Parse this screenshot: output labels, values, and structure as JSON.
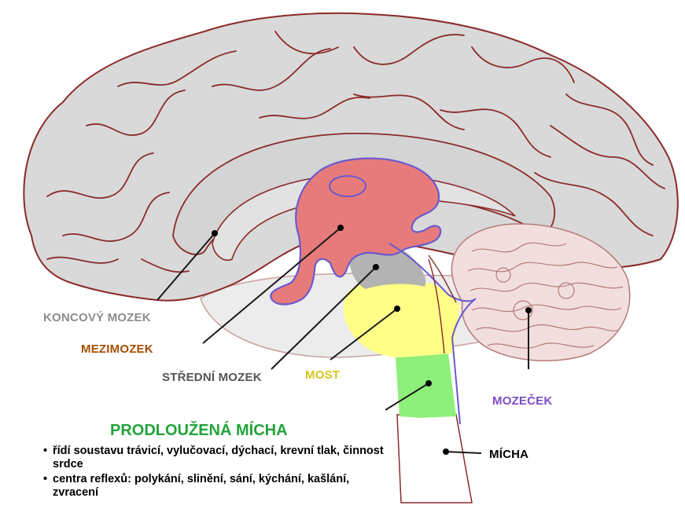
{
  "colors": {
    "cerebrum": "#d9d9d9",
    "cerebrum_outline": "#8b2a2a",
    "cerebellum": "#f2dede",
    "diencephalon": "#e77b7b",
    "midbrain": "#b3b3b3",
    "pons": "#ffff88",
    "medulla": "#8ef07a",
    "ventricle_line": "#6a5acd",
    "koncovy": "#8c8c8c",
    "mezi": "#a64d00",
    "stredni": "#555555",
    "most": "#d4c41a",
    "mozecek": "#7d4cc8",
    "micha": "#000000",
    "prodlouzena": "#22a33a"
  },
  "labels": {
    "koncovy_mozek": "KONCOVÝ MOZEK",
    "mezimozek": "MEZIMOZEK",
    "stredni_mozek": "STŘEDNÍ MOZEK",
    "most": "MOST",
    "mozecek": "MOZEČEK",
    "micha": "MÍCHA"
  },
  "prodlouzena_micha": {
    "title": "PRODLOUŽENÁ MÍCHA",
    "bullets": [
      "řídí soustavu trávicí, vylučovací, dýchací, krevní tlak, činnost srdce",
      "centra reflexů: polykání, slinění, sání, kýchání, kašlání, zvracení"
    ]
  }
}
